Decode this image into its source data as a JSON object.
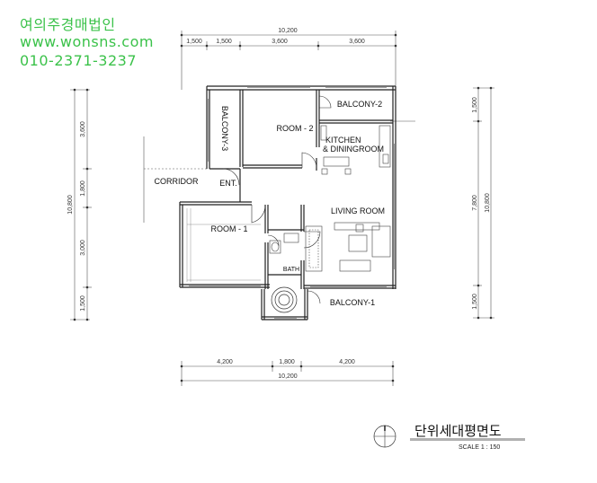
{
  "watermark": {
    "company": "여의주경매법인",
    "website": "www.wonsns.com",
    "phone": "010-2371-3237"
  },
  "dimensions": {
    "top_total": "10,200",
    "top_segments": [
      "1,500",
      "1,500",
      "3,600",
      "3,600"
    ],
    "bottom_segments": [
      "4,200",
      "1,800",
      "4,200"
    ],
    "bottom_total": "10,200",
    "left_segments": [
      "3,600",
      "1,800",
      "3,000",
      "1,500"
    ],
    "left_total": "10,800",
    "right_segments": [
      "1,500",
      "7,800",
      "1,500"
    ],
    "right_total": "10,800"
  },
  "rooms": {
    "balcony3": "BALCONY-3",
    "room2": "ROOM - 2",
    "balcony2": "BALCONY-2",
    "kitchen_line1": "KITCHEN",
    "kitchen_line2": "& DININGROOM",
    "corridor": "CORRIDOR",
    "entrance": "ENT.",
    "room1": "ROOM - 1",
    "living": "LIVING ROOM",
    "bath": "BATH",
    "balcony1": "BALCONY-1"
  },
  "title": {
    "main": "단위세대평면도",
    "scale": "SCALE  1 : 150"
  }
}
